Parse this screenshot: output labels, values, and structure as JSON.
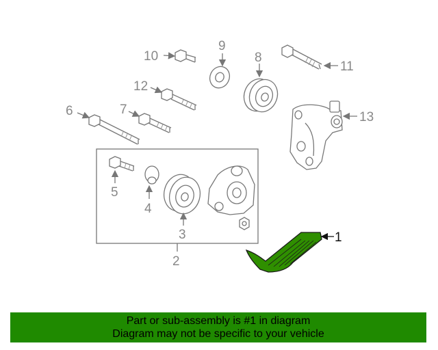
{
  "callouts": {
    "c1": "1",
    "c2": "2",
    "c3": "3",
    "c4": "4",
    "c5": "5",
    "c6": "6",
    "c7": "7",
    "c8": "8",
    "c9": "9",
    "c10": "10",
    "c11": "11",
    "c12": "12",
    "c13": "13"
  },
  "banner": {
    "line1": "Part or sub-assembly is #1 in diagram",
    "line2": "Diagram may not be specific to your vehicle"
  },
  "colors": {
    "banner_bg": "#1f8a00",
    "highlight_part": "#2f8f00",
    "line_art": "#777777"
  }
}
